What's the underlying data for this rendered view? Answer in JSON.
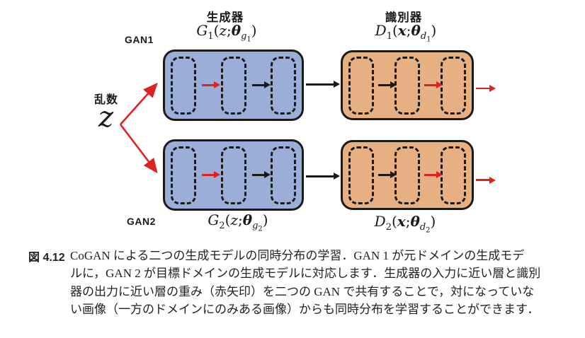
{
  "colors": {
    "blue": "#9aaed8",
    "orange": "#e7b082",
    "red": "#dd2322",
    "ink": "#1a1a1a"
  },
  "diagram": {
    "generator_header": "生成器",
    "discriminator_header": "識別器",
    "gan1_label": "GAN1",
    "gan2_label": "GAN2",
    "random_noise_label": "乱数",
    "z_symbol": "z",
    "formulas": {
      "g1": {
        "fn": "G",
        "fn_idx": "1",
        "open": "(",
        "arg": "z",
        "semi": ";",
        "theta": "θ",
        "t_main": "g",
        "t_idx": "1",
        "close": ")"
      },
      "d1": {
        "fn": "D",
        "fn_idx": "1",
        "open": "(",
        "arg": "x",
        "semi": ";",
        "theta": "θ",
        "t_main": "d",
        "t_idx": "1",
        "close": ")"
      },
      "g2": {
        "fn": "G",
        "fn_idx": "2",
        "open": "(",
        "arg": "z",
        "semi": ";",
        "theta": "θ",
        "t_main": "g",
        "t_idx": "2",
        "close": ")"
      },
      "d2": {
        "fn": "D",
        "fn_idx": "2",
        "open": "(",
        "arg": "x",
        "semi": ";",
        "theta": "θ",
        "t_main": "d",
        "t_idx": "2",
        "close": ")"
      }
    }
  },
  "caption": {
    "tag": "図 4.12",
    "lines": [
      "CoGAN による二つの生成モデルの同時分布の学習．GAN 1 が元ドメインの生成モデ",
      "ルに，GAN 2 が目標ドメインの生成モデルに対応します．生成器の入力に近い層と識別",
      "器の出力に近い層の重み（赤矢印）を二つの GAN で共有することで，対になっていな",
      "い画像（一方のドメインにのみある画像）からも同時分布を学習することができます．"
    ]
  }
}
